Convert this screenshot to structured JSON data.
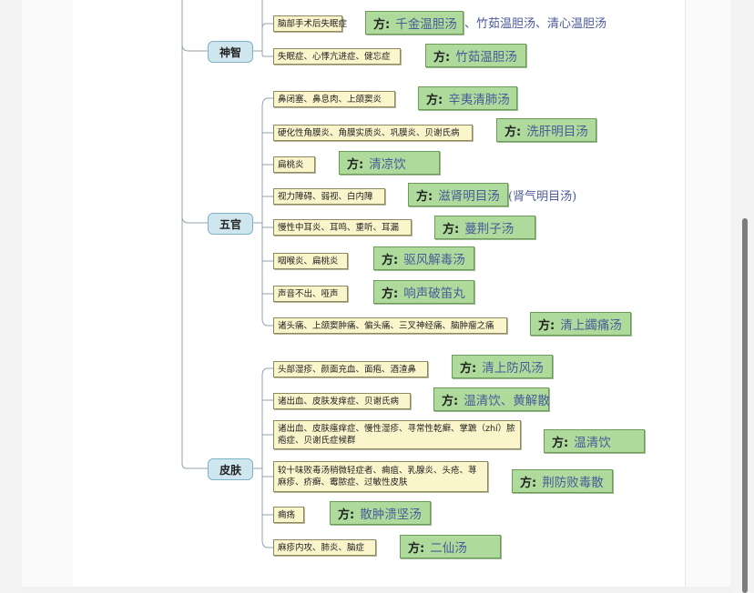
{
  "mindmap": {
    "categories": [
      {
        "label": "神智",
        "items": [
          {
            "symptom": "脑部手术后失眠症",
            "prefix": "方:",
            "formula": "千金温胆汤",
            "extra": "、竹茹温胆汤、清心温胆汤"
          },
          {
            "symptom": "失眠症、心悸亢进症、健忘症",
            "prefix": "方:",
            "formula": "竹茹温胆汤"
          }
        ]
      },
      {
        "label": "五官",
        "items": [
          {
            "symptom": "鼻闭塞、鼻息肉、上颌窦炎",
            "prefix": "方:",
            "formula": "辛夷清肺汤"
          },
          {
            "symptom": "硬化性角膜炎、角膜实质炎、巩膜炎、贝谢氏病",
            "prefix": "方:",
            "formula": "洗肝明目汤"
          },
          {
            "symptom": "扁桃炎",
            "prefix": "方:",
            "formula": "清凉饮"
          },
          {
            "symptom": "视力障碍、弱视、白内障",
            "prefix": "方:",
            "formula": "滋肾明目汤",
            "extra": "(肾气明目汤)"
          },
          {
            "symptom": "慢性中耳炎、耳鸣、重听、耳漏",
            "prefix": "方:",
            "formula": "蔓荆子汤"
          },
          {
            "symptom": "咽喉炎、扁桃炎",
            "prefix": "方:",
            "formula": "驱风解毒汤"
          },
          {
            "symptom": "声音不出、哑声",
            "prefix": "方:",
            "formula": "响声破笛丸"
          },
          {
            "symptom": "诸头痛、上颌窦肿痛、偏头痛、三叉神经痛、脑肿瘤之痛",
            "prefix": "方:",
            "formula": "清上蠲痛汤"
          }
        ]
      },
      {
        "label": "皮肤",
        "items": [
          {
            "symptom": "头部湿疹、颜面充血、面疱、酒渣鼻",
            "prefix": "方:",
            "formula": "清上防风汤"
          },
          {
            "symptom": "诸出血、皮肤发痒症、贝谢氏病",
            "prefix": "方:",
            "formula": "温清饮、黄解散"
          },
          {
            "symptom": "诸出血、皮肤瘙痒症、慢性湿疹、寻常性乾癣、掌蹠（zhí）脓疱症、贝谢氏症候群",
            "prefix": "方:",
            "formula": "温清饮"
          },
          {
            "symptom": "较十味败毒汤稍微轻症者、痈疽、乳腺炎、头疮、荨麻疹、疥癣、霉脓症、过敏性皮肤",
            "prefix": "方:",
            "formula": "荆防败毒散"
          },
          {
            "symptom": "痈疡",
            "prefix": "方:",
            "formula": "散肿溃坚汤"
          },
          {
            "symptom": "麻疹内攻、肺炎、脑症",
            "prefix": "方:",
            "formula": "二仙汤"
          }
        ]
      }
    ]
  },
  "colors": {
    "category": "#cfe6ee",
    "symptom": "#fbf5cc",
    "formula": "#aedb9c",
    "formula_text": "#4a5a9a",
    "lines": "#8fa3ad"
  }
}
